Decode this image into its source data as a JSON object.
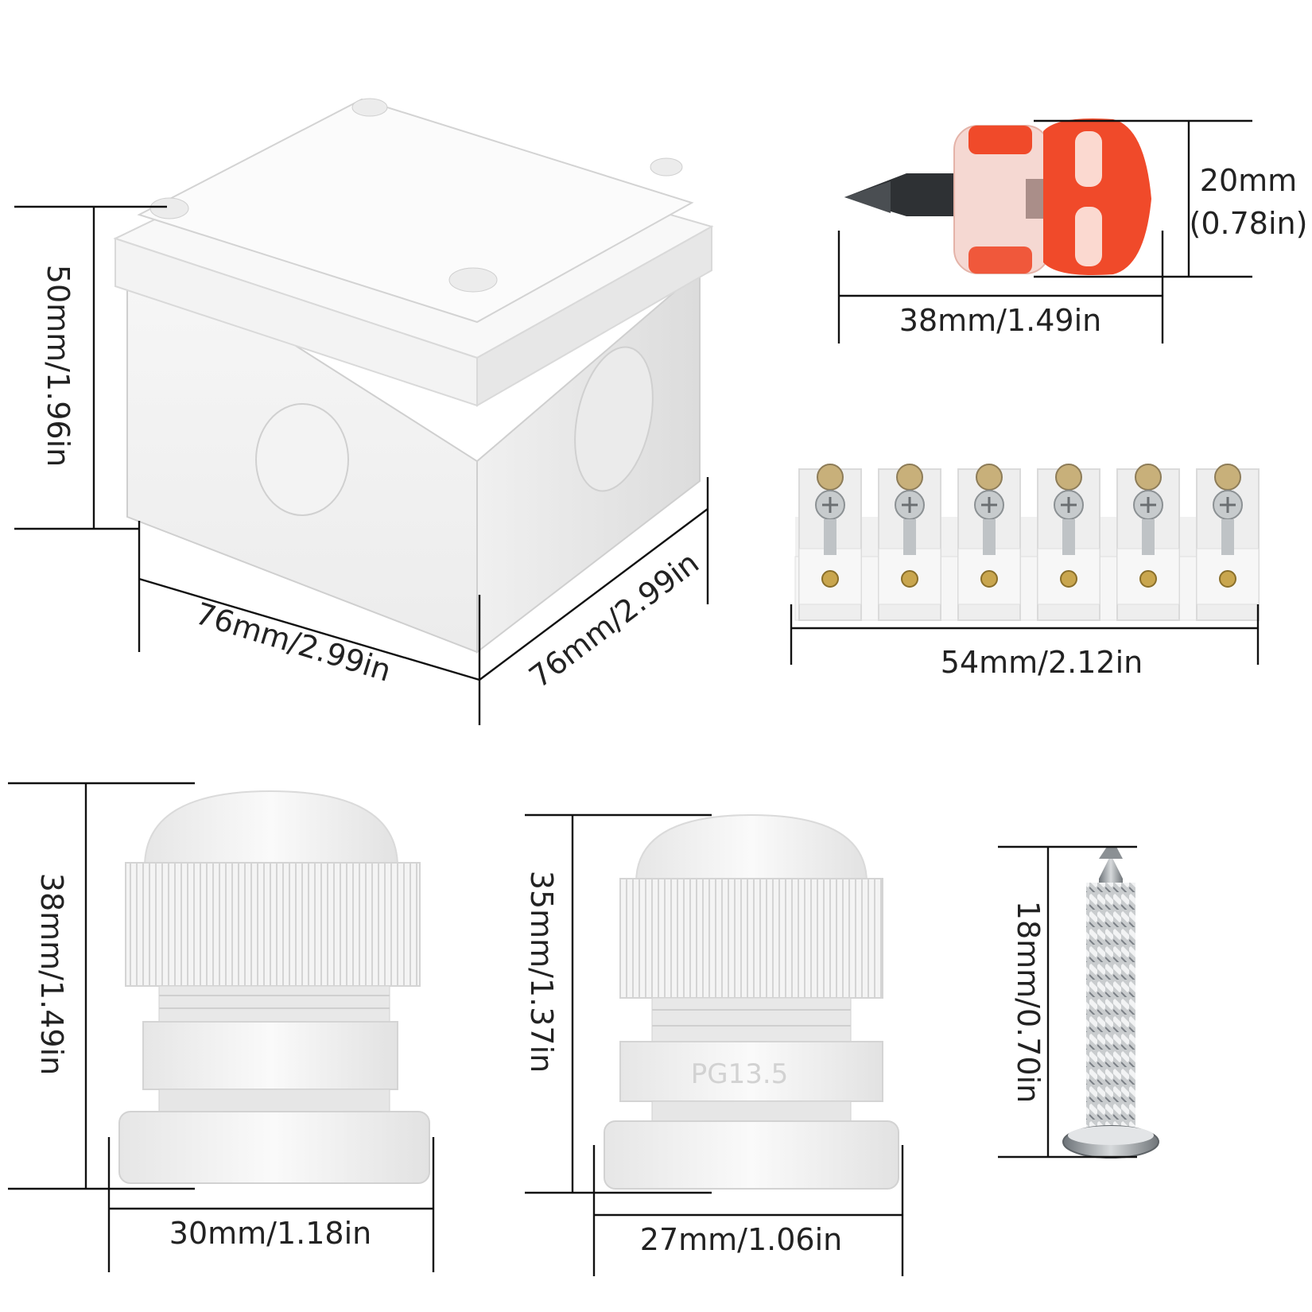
{
  "product_dimensions": {
    "box_height": "50mm/1.96in",
    "box_width": "76mm/2.99in",
    "box_depth": "76mm/2.99in",
    "screwdriver_length": "38mm/1.49in",
    "screwdriver_height_mm": "20mm",
    "screwdriver_height_in": "(0.78in)",
    "terminal_strip_width": "54mm/2.12in",
    "gland_large_height": "38mm/1.49in",
    "gland_large_width": "30mm/1.18in",
    "gland_small_height": "35mm/1.37in",
    "gland_small_width": "27mm/1.06in",
    "screw_length": "18mm/0.70in"
  },
  "gland_marking": "PG13.5",
  "colors": {
    "plastic_white": "#f2f2f2",
    "screwdriver_red": "#f04a2a",
    "metal_gray": "#9aa0a6"
  }
}
